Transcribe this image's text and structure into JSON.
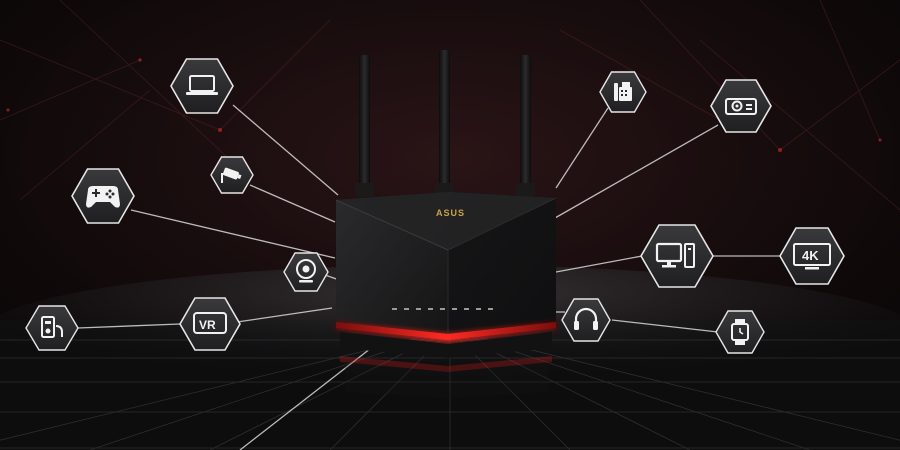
{
  "scene": {
    "background": "#0b0708",
    "accent_red": "#e0231f",
    "line_color": "#d9d9d9",
    "hex_fill": "#2a2a2c",
    "hex_stroke": "#e6e6e6",
    "icon_color": "#f2f2f2"
  },
  "router": {
    "brand": "ASUS",
    "antenna_count": 3,
    "status_led_count": 9
  },
  "device_icons": [
    {
      "name": "laptop-icon"
    },
    {
      "name": "security-camera-icon"
    },
    {
      "name": "gamepad-icon"
    },
    {
      "name": "webcam-icon"
    },
    {
      "name": "vr-headset-icon",
      "label": "VR"
    },
    {
      "name": "media-player-icon"
    },
    {
      "name": "fax-phone-icon"
    },
    {
      "name": "projector-icon"
    },
    {
      "name": "desktop-pc-icon"
    },
    {
      "name": "4k-tv-icon",
      "label": "4K"
    },
    {
      "name": "headphones-icon"
    },
    {
      "name": "smartwatch-icon"
    }
  ]
}
